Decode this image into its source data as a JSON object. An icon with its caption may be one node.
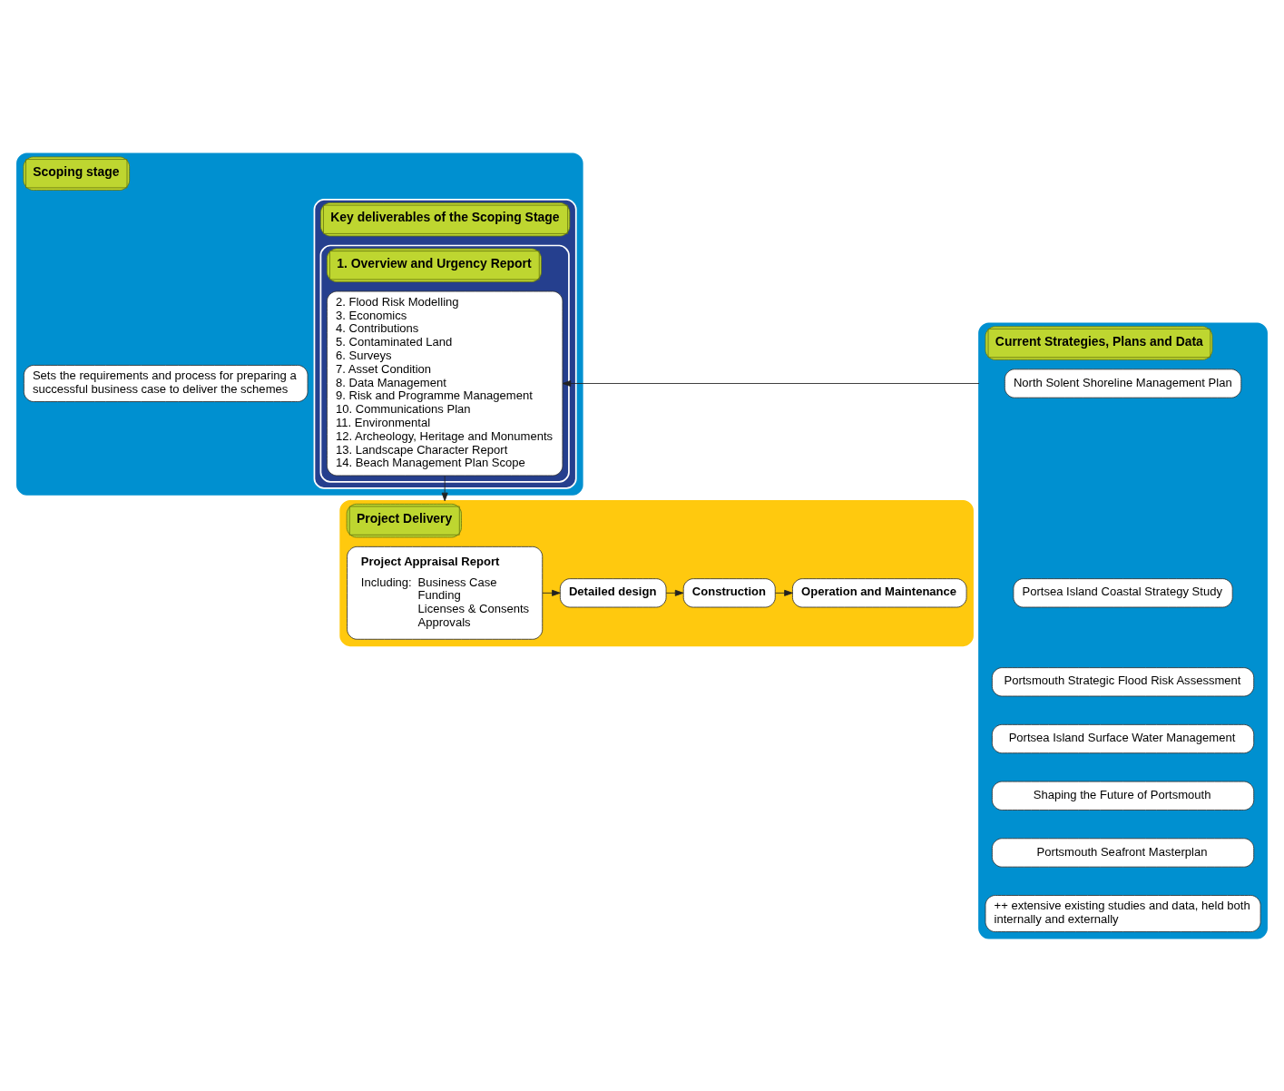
{
  "diagram": {
    "nodes": [
      {
        "text": [
          "Scoping stage"
        ]
      },
      {
        "text": [
          "Sets the requirements and process for preparing a successful business case to deliver the schemes"
        ],
        "in": 0
      },
      {
        "text": [
          "Key deliverables of the Scoping Stage"
        ],
        "in": 0
      },
      {
        "text": [
          "1. Overview and Urgency Report"
        ],
        "in": 2
      },
      {
        "text": [
          "2. Flood Risk Modelling",
          "3. Economics",
          "4. Contributions",
          "5. Contaminated Land",
          "6. Surveys",
          "7. Asset Condition",
          "8. Data Management",
          "9. Risk and Programme Management",
          "10. Communications Plan",
          "11. Environmental",
          "12. Archeology, Heritage and Monuments",
          "13. Landscape Character Report",
          "14. Beach Management Plan Scope"
        ],
        "in": 3
      },
      {
        "text": [
          "Current Strategies, Plans and Data"
        ]
      },
      {
        "text": [
          "North Solent Shoreline Management Plan"
        ],
        "in": 5
      },
      {
        "text": [
          "Portsea Island Coastal Strategy Study"
        ],
        "in": 5
      },
      {
        "text": [
          "Portsmouth Strategic Flood Risk Assessment"
        ],
        "in": 5
      },
      {
        "text": [
          "Portsea Island Surface Water Management"
        ],
        "in": 5
      },
      {
        "text": [
          "Shaping the Future of Portsmouth"
        ],
        "in": 5
      },
      {
        "text": [
          "Portsmouth Seafront Masterplan"
        ],
        "in": 5
      },
      {
        "text": [
          "++ extensive existing studies and data, held both internally and externally"
        ],
        "in": 5
      },
      {
        "text": [
          "Project Delivery"
        ]
      },
      {
        "text": [
          "Project Appraisal Report",
          "Including:",
          "Business Case",
          "Funding",
          "Licenses & Consents",
          "Approvals"
        ],
        "in": 13
      },
      {
        "text": [
          "Detailed design"
        ],
        "in": 13
      },
      {
        "text": [
          "Construction"
        ],
        "in": 13
      },
      {
        "text": [
          "Operation and Maintenance"
        ],
        "in": 13
      }
    ],
    "edges": [
      {
        "from": 5,
        "to": 4,
        "arrow": "to"
      },
      {
        "from": 4,
        "to": 13,
        "arrow": "to"
      },
      {
        "from": 14,
        "to": 15,
        "arrow": "to"
      },
      {
        "from": 15,
        "to": 16,
        "arrow": "to"
      },
      {
        "from": 16,
        "to": 17,
        "arrow": "to"
      }
    ]
  }
}
